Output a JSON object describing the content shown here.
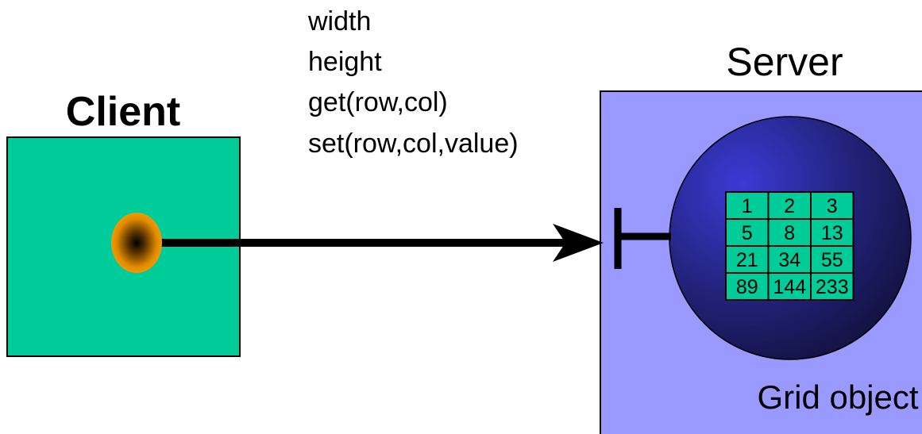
{
  "client": {
    "title": "Client",
    "box_color": "#00cc99"
  },
  "server": {
    "title": "Server",
    "box_color": "#9999ff",
    "object_label": "Grid object"
  },
  "interface_methods": [
    "width",
    "height",
    "get(row,col)",
    "set(row,col,value)"
  ],
  "grid": {
    "rows": [
      [
        "1",
        "2",
        "3"
      ],
      [
        "5",
        "8",
        "13"
      ],
      [
        "21",
        "34",
        "55"
      ],
      [
        "89",
        "144",
        "233"
      ]
    ],
    "cell_color": "#00cc99"
  },
  "colors": {
    "reference_dot": "#ee9900",
    "sphere_light": "#3333cc",
    "sphere_dark": "#111144",
    "arrow": "#000000"
  }
}
